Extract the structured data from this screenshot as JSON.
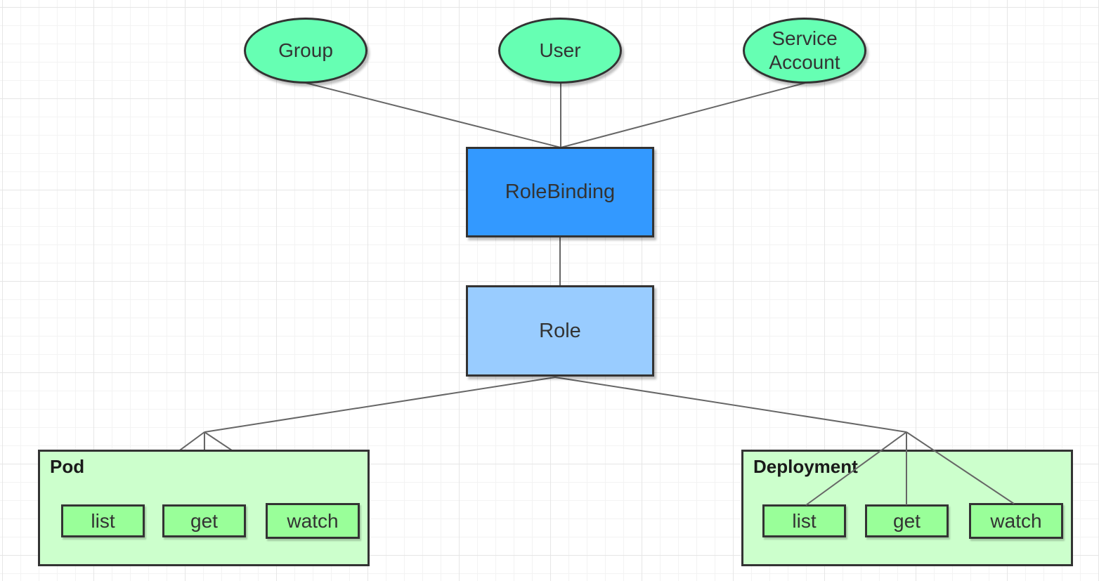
{
  "subjects": {
    "group": "Group",
    "user": "User",
    "service_account": "Service Account"
  },
  "binding": {
    "label": "RoleBinding"
  },
  "role": {
    "label": "Role"
  },
  "resources": [
    {
      "name": "Pod",
      "verbs": [
        "list",
        "get",
        "watch"
      ]
    },
    {
      "name": "Deployment",
      "verbs": [
        "list",
        "get",
        "watch"
      ]
    }
  ],
  "colors": {
    "subject_fill": "#66ffb3",
    "rolebinding_fill": "#3399ff",
    "role_fill": "#99ccff",
    "resource_fill": "#ccffcc",
    "verb_fill": "#99ff99",
    "stroke": "#333333",
    "connector": "#666666"
  }
}
